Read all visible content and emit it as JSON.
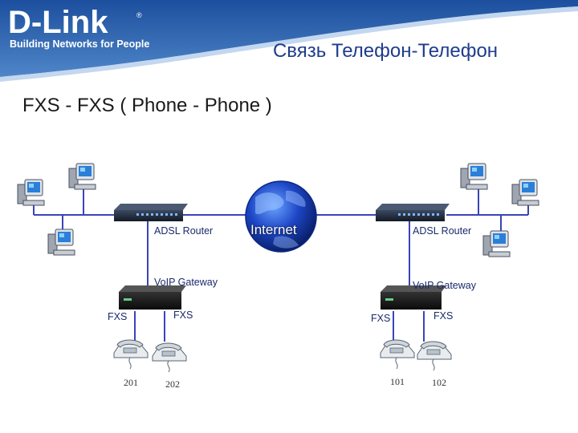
{
  "header": {
    "logo_text": "D-Link",
    "logo_registered": "®",
    "logo_tagline": "Building Networks for People",
    "slide_title": "Связь Телефон-Телефон"
  },
  "diagram": {
    "title": "FXS - FXS ( Phone - Phone )",
    "cloud_label": "Internet",
    "left": {
      "router_label": "ADSL Router",
      "gateway_label": "VoIP Gateway",
      "port_left": "FXS",
      "port_right": "FXS",
      "phone_a": "201",
      "phone_b": "202"
    },
    "right": {
      "router_label": "ADSL Router",
      "gateway_label": "VoIP Gateway",
      "port_left": "FXS",
      "port_right": "FXS",
      "phone_a": "101",
      "phone_b": "102"
    }
  },
  "colors": {
    "brand_blue": "#1f4e9c",
    "link_line": "#3a44b8",
    "title_blue": "#1f3d8c"
  }
}
